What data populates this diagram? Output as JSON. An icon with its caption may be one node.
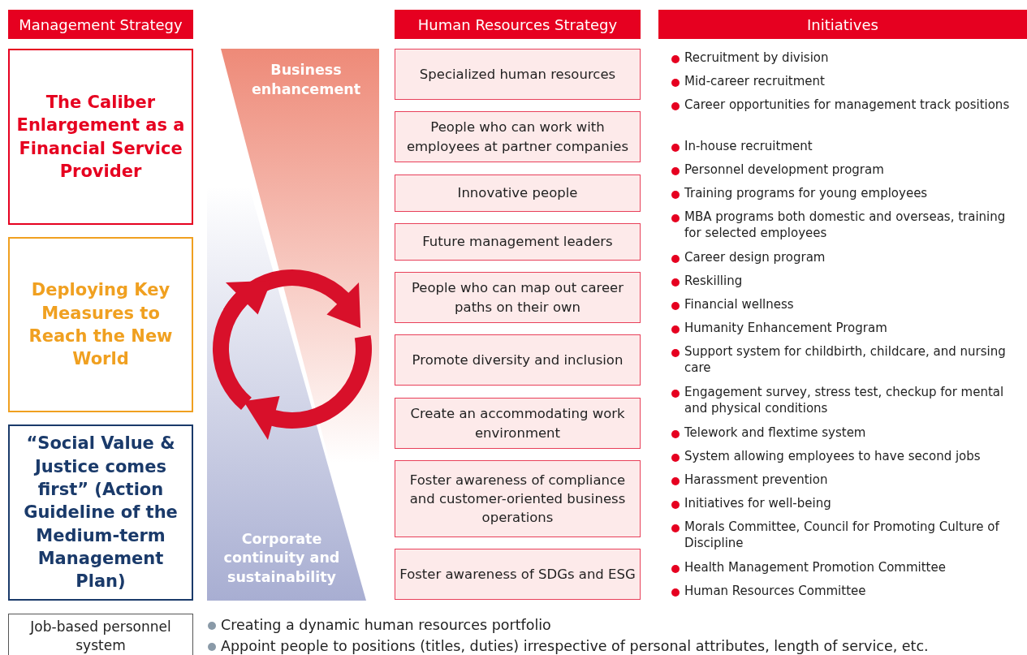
{
  "diagram": {
    "nodes": [
      {
        "text": [
          "Management Strategy"
        ]
      },
      {
        "text": [
          "Human Resources Strategy"
        ]
      },
      {
        "text": [
          "Initiatives"
        ]
      },
      {
        "text": [
          "The Caliber Enlargement as a Financial Service Provider"
        ]
      },
      {
        "text": [
          "Deploying Key Measures to Reach the New World"
        ]
      },
      {
        "text": [
          "“Social Value & Justice comes first” (Action Guideline of the Medium-term Management Plan)"
        ]
      },
      {
        "text": [
          "Business enhancement"
        ]
      },
      {
        "text": [
          "Corporate continuity and sustainability"
        ]
      },
      {
        "text": [
          "Specialized human resources"
        ]
      },
      {
        "text": [
          "People who can work with employees at partner companies"
        ]
      },
      {
        "text": [
          "Innovative people"
        ]
      },
      {
        "text": [
          "Future management leaders"
        ]
      },
      {
        "text": [
          "People who can map out career paths on their own"
        ]
      },
      {
        "text": [
          "Promote diversity and inclusion"
        ]
      },
      {
        "text": [
          "Create an accommodating work environment"
        ]
      },
      {
        "text": [
          "Foster awareness of compliance and customer-oriented business operations"
        ]
      },
      {
        "text": [
          "Foster awareness of SDGs and ESG"
        ]
      },
      {
        "text": [
          "Job-based personnel system"
        ]
      }
    ],
    "edges": [],
    "labels": [
      "Recruitment by division",
      "Mid-career recruitment",
      "Career opportunities for management track positions",
      "In-house recruitment",
      "Personnel development program",
      "Training programs for young employees",
      "MBA programs both domestic and overseas, training for selected employees",
      "Career design program",
      "Reskilling",
      "Financial wellness",
      "Humanity Enhancement Program",
      "Support system for childbirth, childcare, and nursing care",
      "Engagement survey, stress test, checkup for mental and physical conditions",
      "Telework and flextime system",
      "System allowing employees to have second jobs",
      "Harassment prevention",
      "Initiatives for well-being",
      "Morals Committee, Council for Promoting Culture of Discipline",
      "Health Management Promotion Committee",
      "Human Resources Committee",
      "Creating a dynamic human resources portfolio",
      "Appoint people to positions (titles, duties) irrespective of personal attributes, length of service, etc."
    ]
  }
}
